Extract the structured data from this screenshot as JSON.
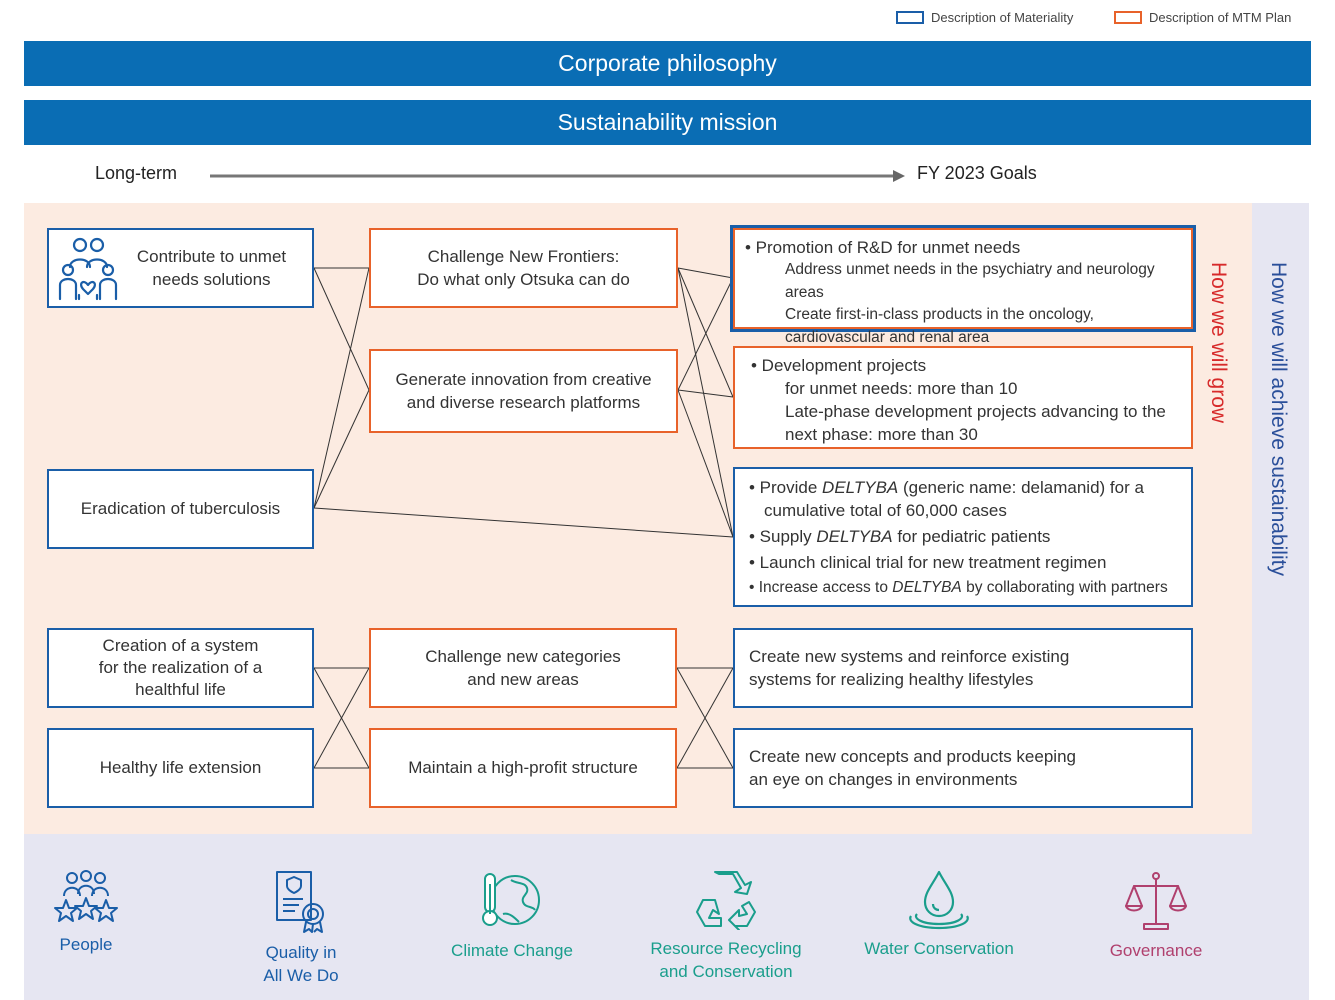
{
  "legend": {
    "materiality": "Description of Materiality",
    "mtm_plan": "Description of MTM Plan",
    "materiality_color": "#1a5ea8",
    "mtm_color": "#e8622a"
  },
  "banners": {
    "philosophy": "Corporate philosophy",
    "mission": "Sustainability mission"
  },
  "timeline": {
    "start": "Long-term",
    "end": "FY 2023 Goals"
  },
  "materiality": {
    "unmet_needs": "Contribute to unmet needs solutions",
    "tuberculosis": "Eradication of tuberculosis",
    "system_line1": "Creation of a system",
    "system_line2": "for the realization of a",
    "system_line3": "healthful life",
    "healthy_life": "Healthy life extension"
  },
  "mtm": {
    "frontiers_line1": "Challenge New Frontiers:",
    "frontiers_line2": "Do what only Otsuka can do",
    "innovation_line1": "Generate innovation from creative",
    "innovation_line2": "and diverse research platforms",
    "categories_line1": "Challenge new categories",
    "categories_line2": "and new areas",
    "profit": "Maintain a high-profit structure"
  },
  "goals": {
    "rd": {
      "bullet": "• Promotion of R&D for unmet needs",
      "line1": "Address unmet needs in the psychiatry and neurology areas",
      "line2": "Create first-in-class products in the oncology,",
      "line3": "cardiovascular and renal area"
    },
    "dev": {
      "bullet": "• Development projects",
      "line1": "for unmet needs: more than 10",
      "line2": "Late-phase development projects advancing to the",
      "line3": "next phase: more than 30"
    },
    "tb": {
      "b1_pre": "• Provide ",
      "b1_drug": "DELTYBA",
      "b1_post": " (generic name: delamanid) for a",
      "b1_cont": "cumulative total of 60,000 cases",
      "b2_pre": "• Supply ",
      "b2_drug": "DELTYBA",
      "b2_post": " for pediatric patients",
      "b3": "• Launch clinical trial for new treatment regimen",
      "b4_pre": "• Increase access to ",
      "b4_drug": "DELTYBA",
      "b4_post": " by collaborating with partners"
    },
    "systems_line1": "Create new systems and reinforce existing",
    "systems_line2": "systems for realizing healthy lifestyles",
    "concepts_line1": "Create new concepts and products keeping",
    "concepts_line2": "an eye on changes in environments"
  },
  "side": {
    "grow": "How we will grow",
    "sustain": "How we will achieve sustainability",
    "grow_color": "#d72a2a",
    "sustain_color": "#2a4f9a"
  },
  "themes": [
    {
      "line1": "People",
      "line2": "",
      "icon": "people-stars-icon",
      "color": "#1a5ea8"
    },
    {
      "line1": "Quality in",
      "line2": "All We Do",
      "icon": "quality-certificate-icon",
      "color": "#1a5ea8"
    },
    {
      "line1": "Climate Change",
      "line2": "",
      "icon": "thermometer-globe-icon",
      "color": "#1a9e8c"
    },
    {
      "line1": "Resource Recycling",
      "line2": "and Conservation",
      "icon": "recycle-icon",
      "color": "#1a9e8c"
    },
    {
      "line1": "Water Conservation",
      "line2": "",
      "icon": "water-drop-icon",
      "color": "#1a9e8c"
    },
    {
      "line1": "Governance",
      "line2": "",
      "icon": "scales-icon",
      "color": "#b0406e"
    }
  ]
}
